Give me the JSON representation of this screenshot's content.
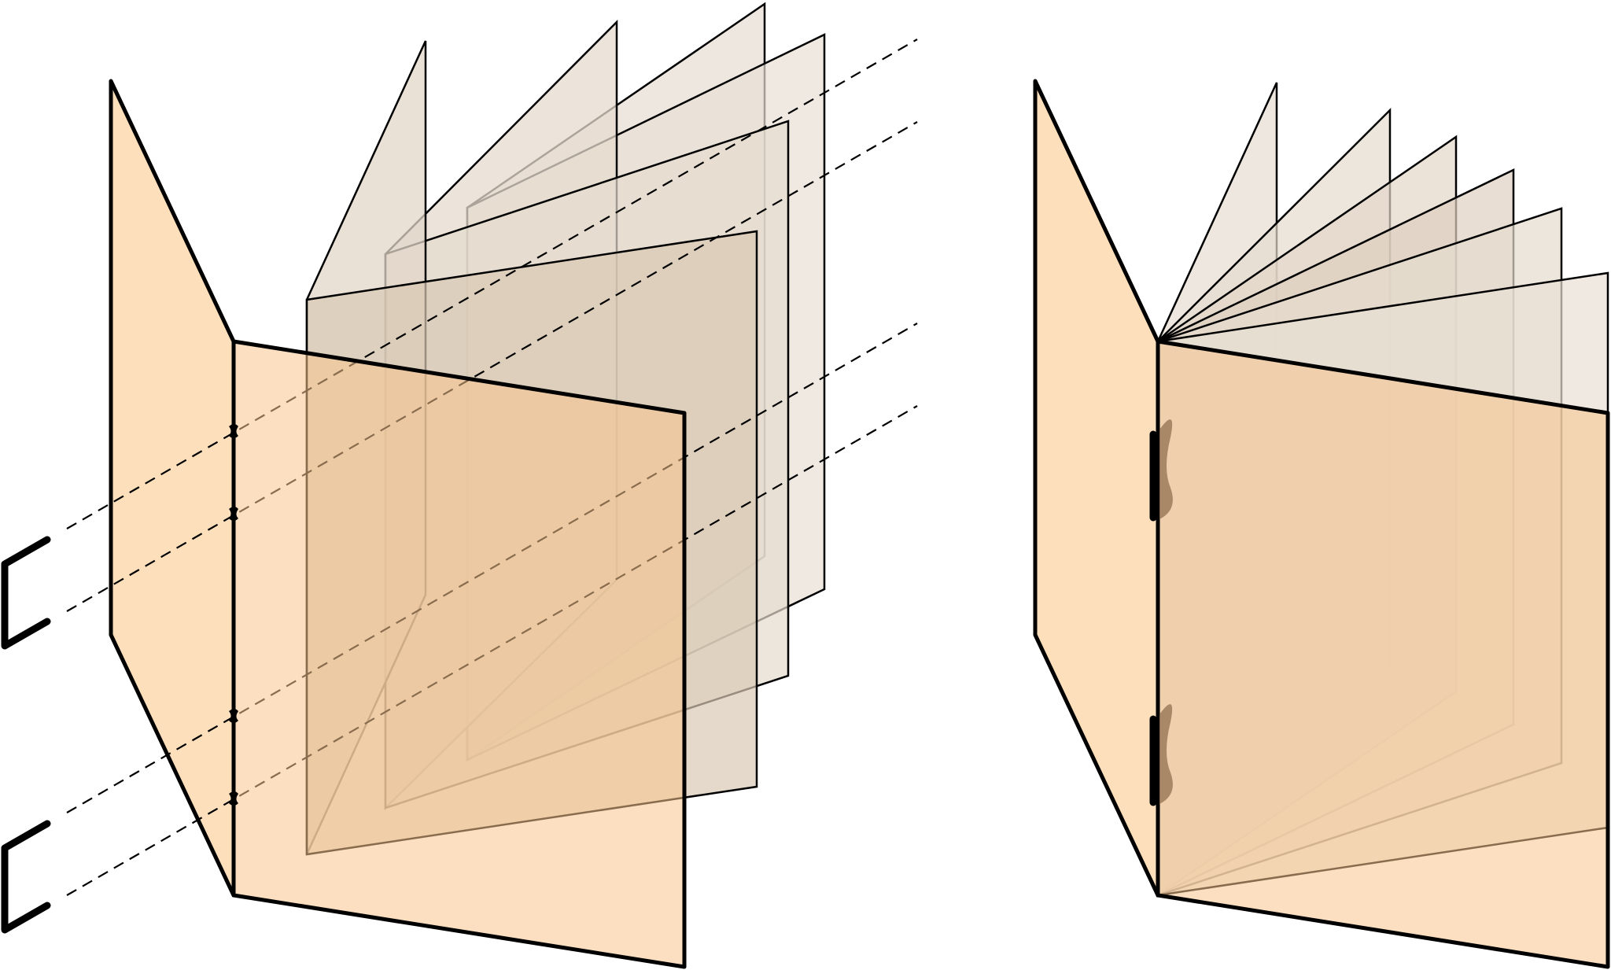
{
  "diagram": {
    "description_visible_text": "",
    "colors": {
      "cover_fill": "#fddfbc",
      "cover_stroke": "#000000",
      "page_fill": "#dccbb6",
      "guide_line": "#000000",
      "staple": "#000000",
      "staple_shadow": "#8a6a4a"
    },
    "panels": [
      {
        "name": "exploded-view",
        "signature_count": 4,
        "staple_count": 2,
        "stitch_marks": 4,
        "guide_lines": 4
      },
      {
        "name": "assembled-view",
        "fanned_pages": 6,
        "staple_count": 2
      }
    ]
  }
}
